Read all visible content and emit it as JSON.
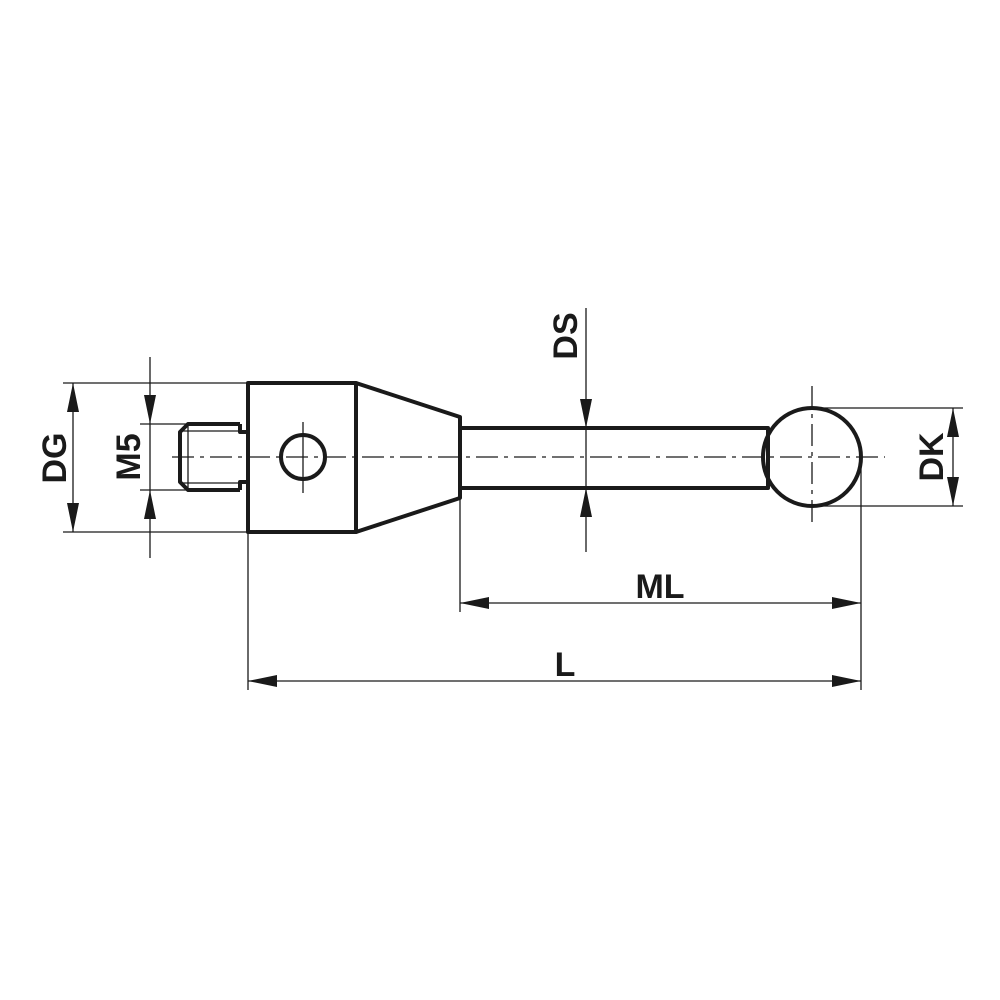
{
  "drawing": {
    "type": "technical-drawing",
    "subject": "stylus with M5 thread and ball tip",
    "colors": {
      "line": "#1a1a1a",
      "background": "#ffffff"
    },
    "dimensions": {
      "dg": "DG",
      "m5": "M5",
      "ds": "DS",
      "dk": "DK",
      "ml": "ML",
      "l": "L"
    }
  }
}
